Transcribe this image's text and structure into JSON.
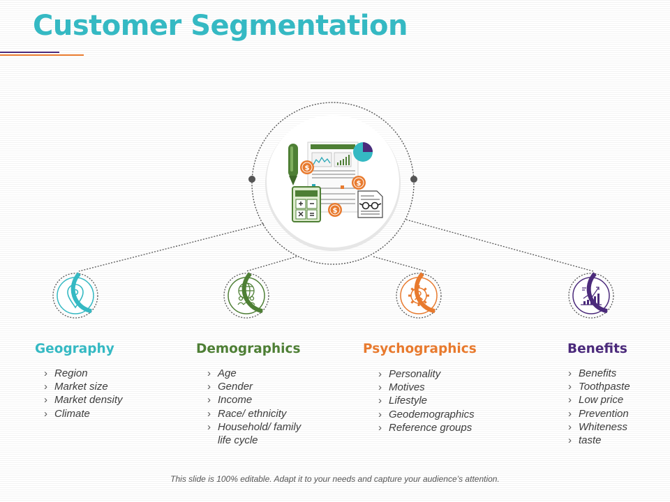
{
  "title": "Customer Segmentation",
  "colors": {
    "title": "#35b9c3",
    "geography": "#35b9c3",
    "demographics": "#4e7f35",
    "psychographics": "#e87a2e",
    "benefits": "#4b2a7b",
    "connector": "#555555",
    "text": "#3c3c3c"
  },
  "center_icon": "finance-report-illustration",
  "segments": [
    {
      "key": "geography",
      "title": "Geography",
      "icon": "location-pin-icon",
      "items": [
        "Region",
        "Market size",
        "Market density",
        "Climate"
      ]
    },
    {
      "key": "demographics",
      "title": "Demographics",
      "icon": "globe-people-icon",
      "items": [
        "Age",
        "Gender",
        "Income",
        "Race/ ethnicity",
        "Household/ family",
        "life cycle"
      ]
    },
    {
      "key": "psychographics",
      "title": "Psychographics",
      "icon": "gear-person-icon",
      "items": [
        "Personality",
        "Motives",
        "Lifestyle",
        "Geodemographics",
        "Reference groups"
      ]
    },
    {
      "key": "benefits",
      "title": "Benefits",
      "icon": "growth-chart-icon",
      "items": [
        "Benefits",
        "Toothpaste",
        "Low price",
        "Prevention",
        "Whiteness",
        "taste"
      ]
    }
  ],
  "footer": "This slide is 100% editable. Adapt it to your needs and capture your audience’s attention."
}
